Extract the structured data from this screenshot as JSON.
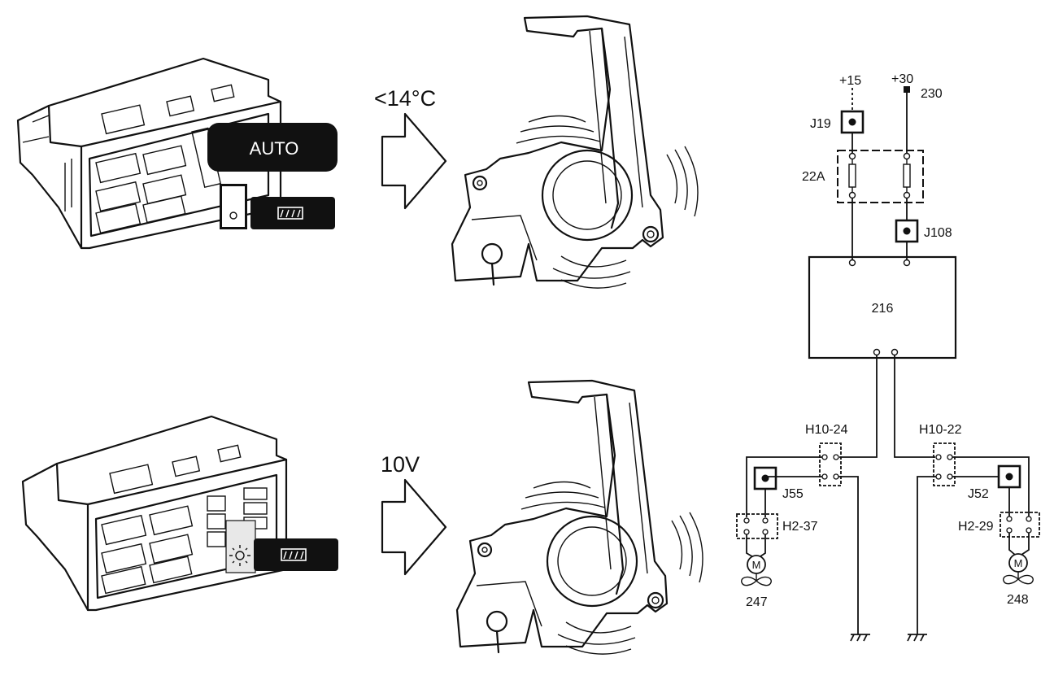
{
  "panel_top": {
    "auto_label": "AUTO"
  },
  "arrow_top": {
    "label": "<14°C"
  },
  "arrow_bottom": {
    "label": "10V"
  },
  "schematic": {
    "supply_15": "+15",
    "supply_30": "+30",
    "node_230": "230",
    "j19": "J19",
    "fuse_box": "22A",
    "j108": "J108",
    "module": "216",
    "h10_24": "H10-24",
    "h10_22": "H10-22",
    "j55": "J55",
    "j52": "J52",
    "h2_37": "H2-37",
    "h2_29": "H2-29",
    "motor_symbol": "M",
    "fan_247": "247",
    "fan_248": "248"
  }
}
